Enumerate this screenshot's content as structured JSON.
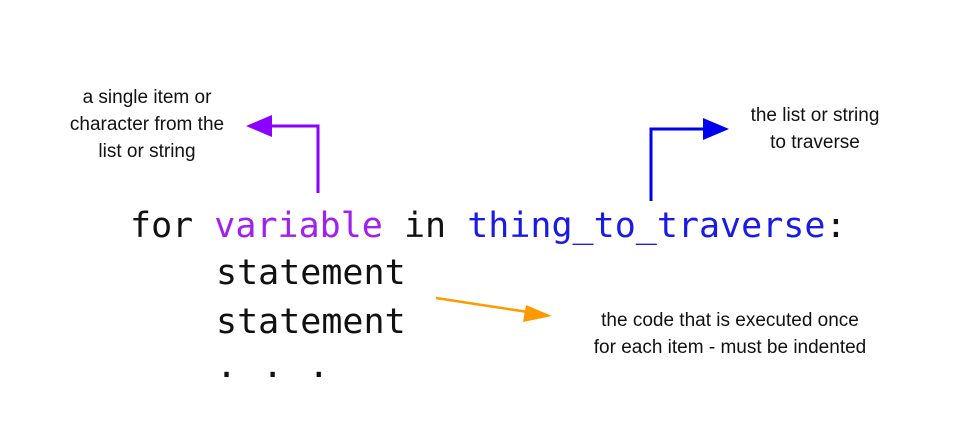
{
  "annotations": {
    "item": {
      "lines": [
        "a single item or",
        "character from the",
        "list or string"
      ],
      "arrow_color": "#8b00ff"
    },
    "traverse": {
      "lines": [
        "the list or string",
        "to traverse"
      ],
      "arrow_color": "#0000ee"
    },
    "body": {
      "lines": [
        "the code that is executed once",
        "for each item - must be indented"
      ],
      "arrow_color": "#ff9900"
    }
  },
  "code": {
    "for_kw": "for",
    "variable": "variable",
    "in_kw": "in",
    "iterable": "thing_to_traverse",
    "colon": ":",
    "statement_1": "statement",
    "statement_2": "statement",
    "ellipsis": ". . .",
    "colors": {
      "keyword": "#111111",
      "variable": "#a020f0",
      "iterable": "#1a1ae6"
    }
  }
}
